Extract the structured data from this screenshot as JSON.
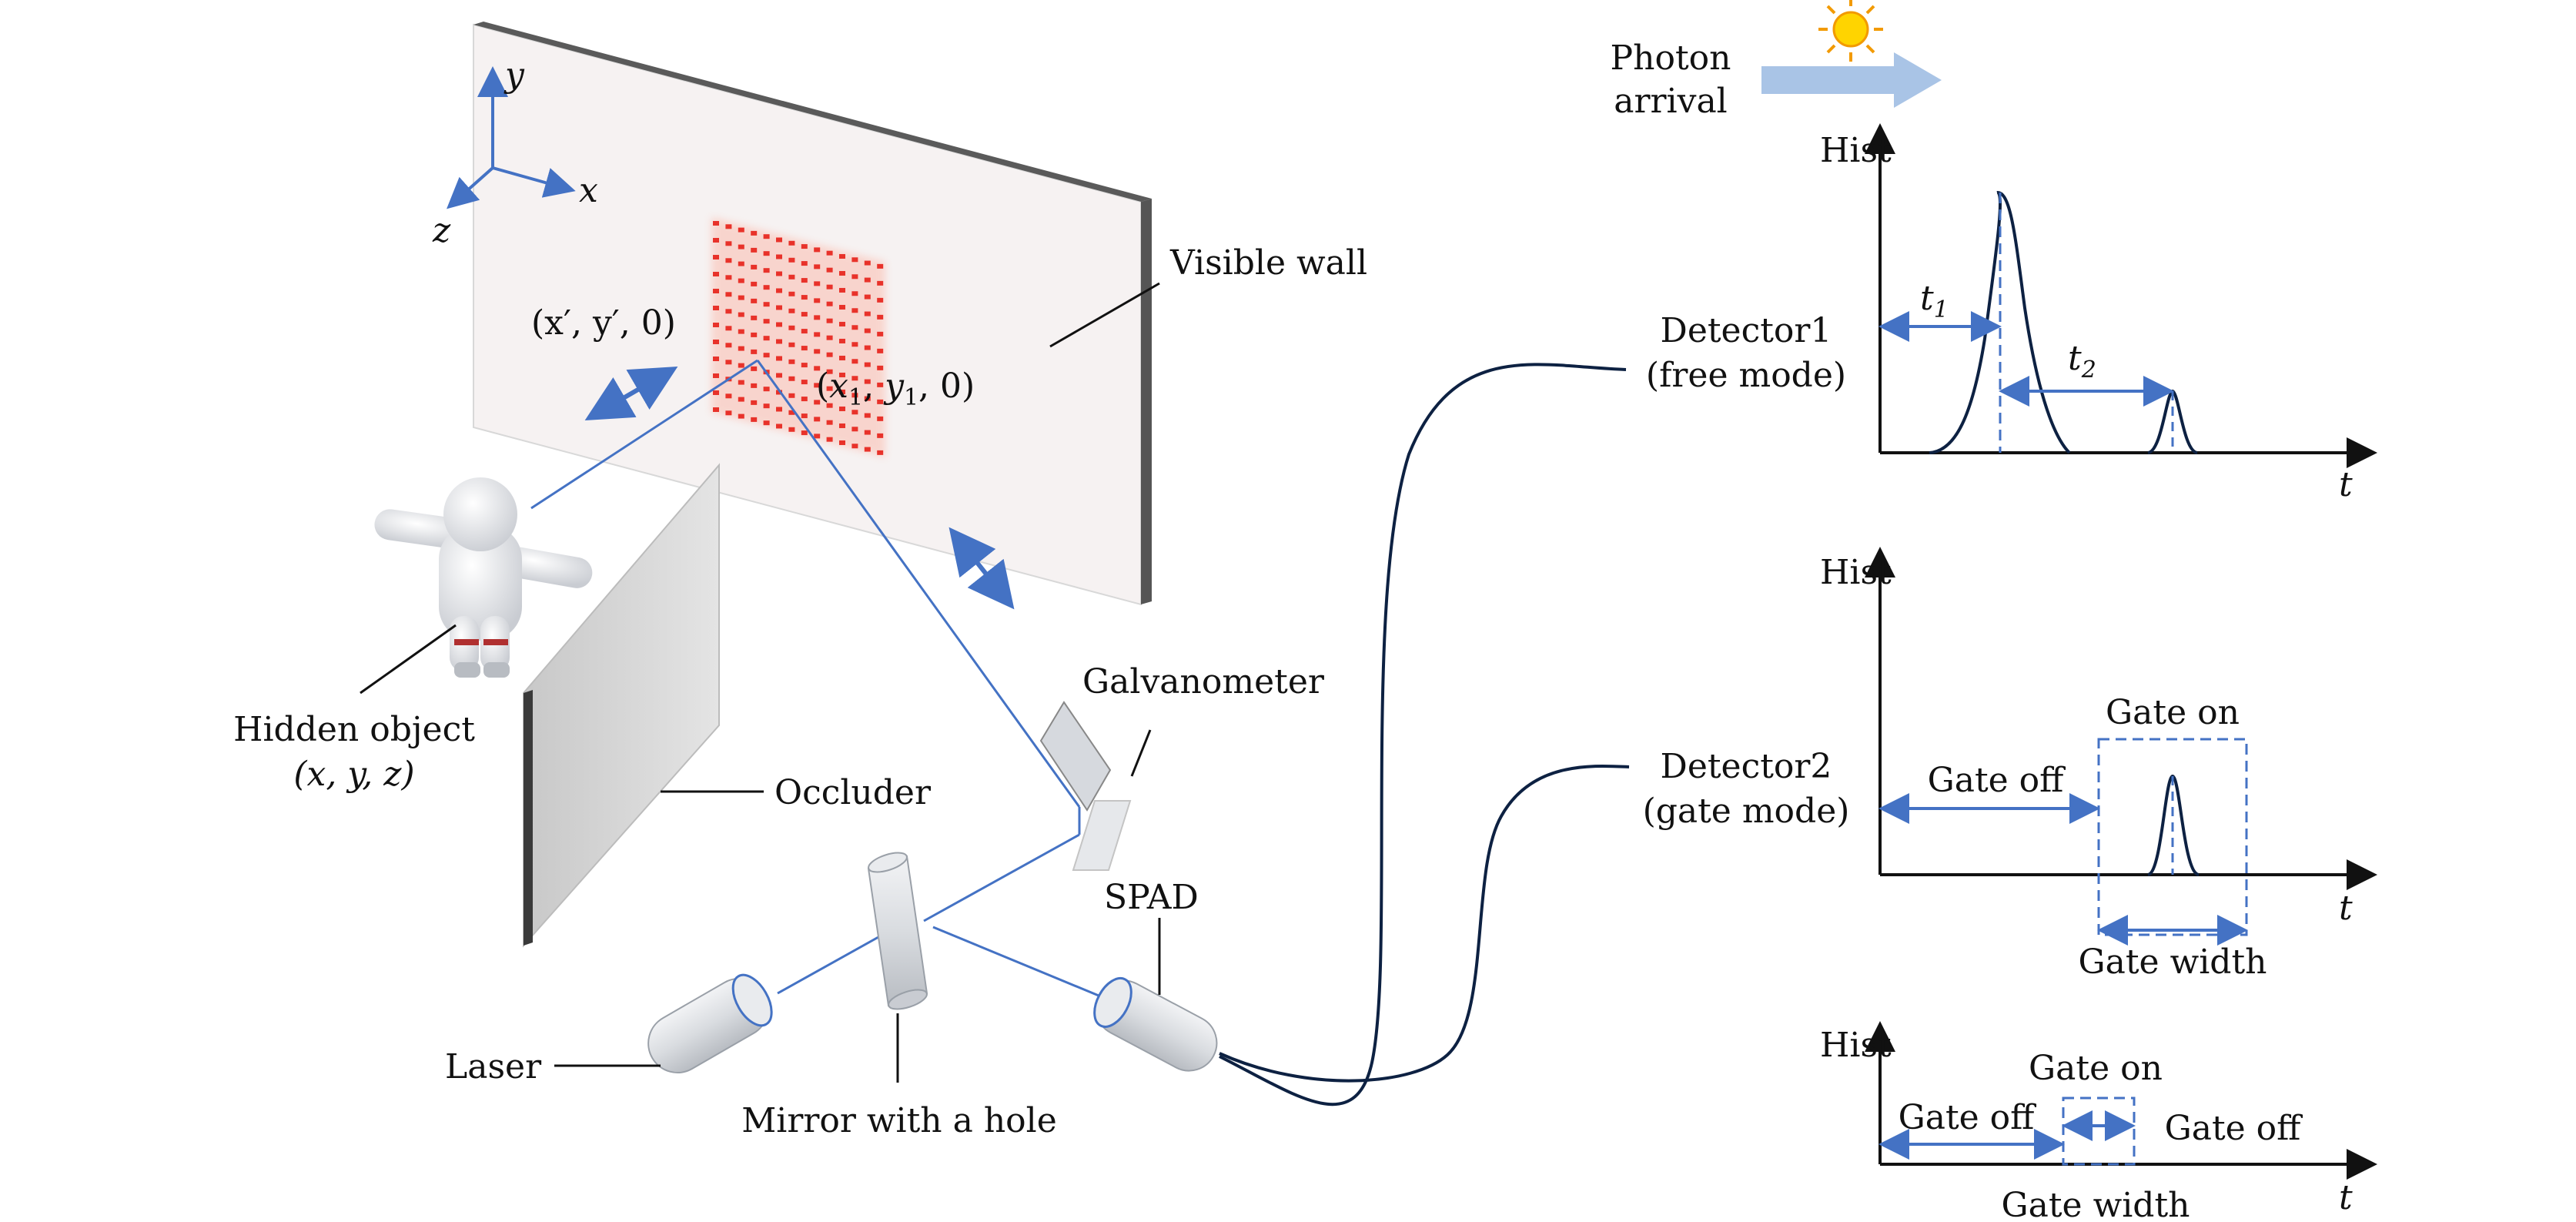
{
  "photon": {
    "line1": "Photon",
    "line2": "arrival"
  },
  "wall": {
    "label": "Visible wall"
  },
  "coords": {
    "axis_x": "x",
    "axis_y": "y",
    "axis_z": "z",
    "point_prime": "(x′, y′, 0)",
    "point1_open": "(",
    "point1_x": "x",
    "point1_x_sub": "1",
    "point1_sep": ", ",
    "point1_y": "y",
    "point1_y_sub": "1",
    "point1_close": ", 0)"
  },
  "hidden_object": {
    "line1": "Hidden object",
    "line2": "(x, y, z)"
  },
  "occluder": {
    "label": "Occluder"
  },
  "galvanometer": {
    "label": "Galvanometer"
  },
  "spad": {
    "label": "SPAD"
  },
  "laser": {
    "label": "Laser"
  },
  "mirror": {
    "label": "Mirror with a hole"
  },
  "detector1": {
    "line1": "Detector1",
    "line2": "(free mode)"
  },
  "detector2": {
    "line1": "Detector2",
    "line2": "(gate mode)"
  },
  "plot1": {
    "ylabel": "Hist",
    "xlabel": "t",
    "t1": "t",
    "t1_sub": "1",
    "t2": "t",
    "t2_sub": "2"
  },
  "plot2": {
    "ylabel": "Hist",
    "xlabel": "t",
    "gate_on": "Gate on",
    "gate_off": "Gate off",
    "gate_width": "Gate width"
  },
  "plot3": {
    "ylabel": "Hist",
    "xlabel": "t",
    "gate_on": "Gate on",
    "gate_off_left": "Gate off",
    "gate_off_right": "Gate off",
    "gate_width": "Gate width"
  },
  "colors": {
    "accent": "#4472c4",
    "curve": "#0d2142",
    "laser_spot": "#e8322a",
    "sun": "#ffd400"
  }
}
